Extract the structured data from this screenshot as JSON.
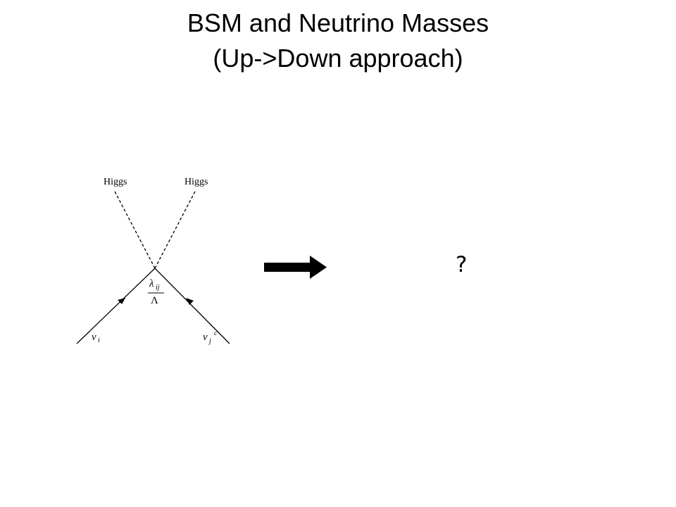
{
  "title": {
    "line1": "BSM and Neutrino Masses",
    "line2": "(Up->Down approach)"
  },
  "diagram": {
    "external_top_left": "Higgs",
    "external_top_right": "Higgs",
    "coupling_numerator": "λ",
    "coupling_subscript": "ij",
    "coupling_denominator": "Λ",
    "external_bottom_left": "ν",
    "external_bottom_left_sub": "i",
    "external_bottom_right": "ν",
    "external_bottom_right_sub": "j",
    "external_bottom_right_sup": "c"
  },
  "arrow_icon": "right-arrow-icon",
  "result": "?"
}
